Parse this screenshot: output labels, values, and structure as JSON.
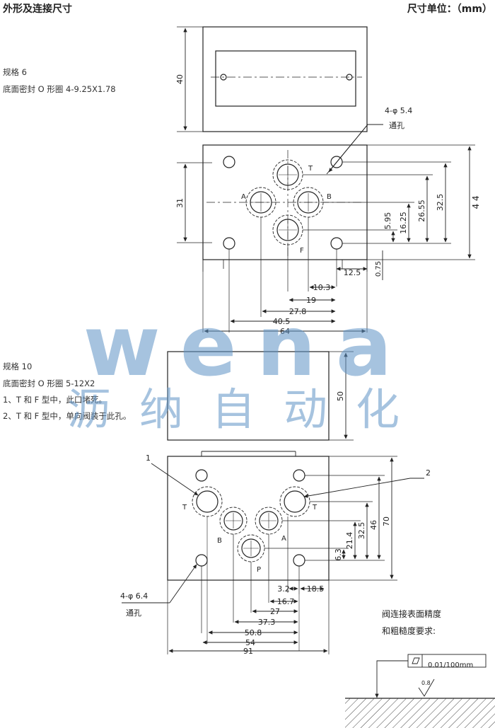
{
  "header": {
    "title": "外形及连接尺寸",
    "unit": "尺寸单位：（mm）"
  },
  "size6": {
    "spec": "规格 6",
    "seal": "底面密封 O 形圈 4-9.25X1.78",
    "hole_callout": "4-φ 5.4",
    "hole_type": "通孔",
    "ports": {
      "A": "A",
      "B": "B",
      "T": "T",
      "F": "F"
    },
    "dims": {
      "h40": "40",
      "h31": "31",
      "v44": "4 4",
      "v325": "32.5",
      "v2655": "26.55",
      "v1625": "16.25",
      "v595": "5.95",
      "d125": "12.5",
      "d075": "0.75",
      "d103": "10.3",
      "d19": "19",
      "d278": "27.8",
      "d405": "40.5",
      "d64": "64"
    }
  },
  "size10": {
    "spec": "规格 10",
    "seal": "底面密封 O 形圈 5-12X2",
    "note1": "1、T 和 F 型中，此口堵死。",
    "note2": "2、T 和 F 型中，单向阀装于此孔。",
    "hole_callout": "4-φ 6.4",
    "hole_type": "通孔",
    "callout1": "1",
    "callout2": "2",
    "ports": {
      "T": "T",
      "B": "B",
      "A": "A",
      "P": "P"
    },
    "dims": {
      "h50": "50",
      "v70": "70",
      "v46": "46",
      "v325": "32.5",
      "v214": "21.4",
      "v63": "6.3",
      "d32": "3.2",
      "d185": "18.5",
      "d167": "16.7",
      "d27": "27",
      "d373": "37.3",
      "d508": "50.8",
      "d54": "54",
      "d91": "91"
    }
  },
  "surface": {
    "title1": "阀连接表面精度",
    "title2": "和粗糙度要求:",
    "flatness": "0.01/100mm",
    "roughness": "0.8"
  },
  "watermark": {
    "latin": "wena",
    "chinese": "沥纳自动化"
  }
}
